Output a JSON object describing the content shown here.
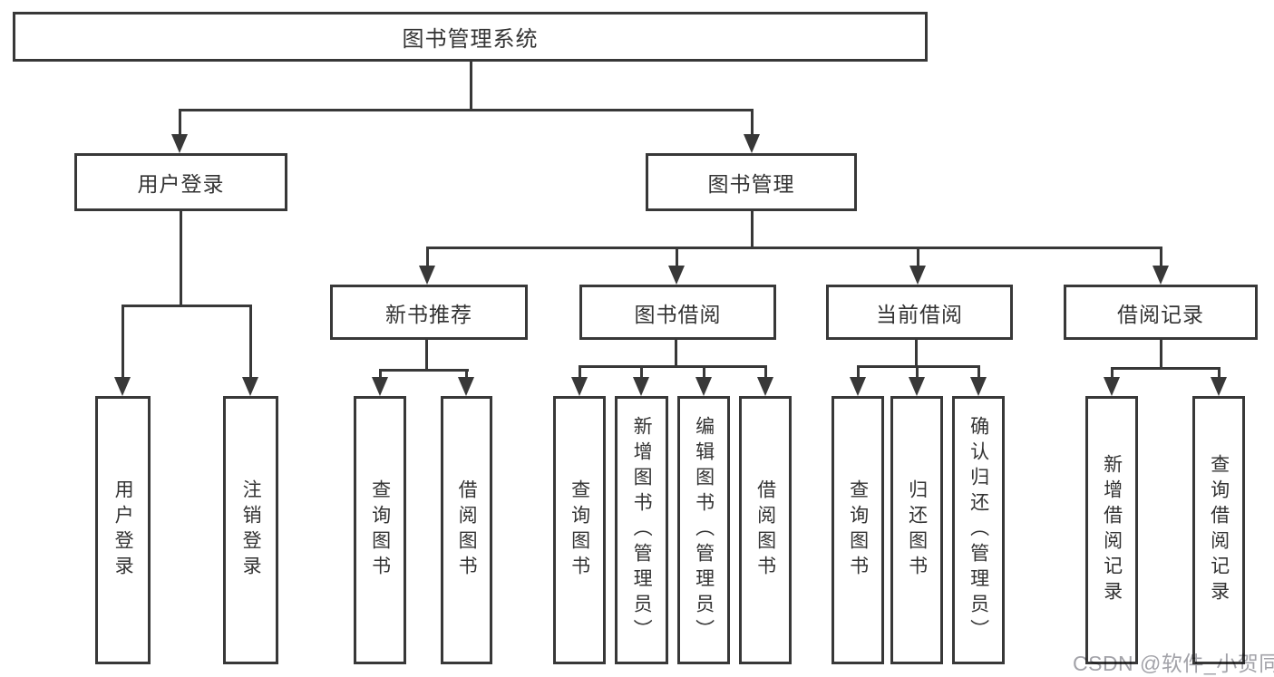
{
  "tree": {
    "label": "图书管理系统",
    "children": [
      {
        "label": "用户登录",
        "children": [
          {
            "label": "用户登录"
          },
          {
            "label": "注销登录"
          }
        ]
      },
      {
        "label": "图书管理",
        "children": [
          {
            "label": "新书推荐",
            "children": [
              {
                "label": "查询图书"
              },
              {
                "label": "借阅图书"
              }
            ]
          },
          {
            "label": "图书借阅",
            "children": [
              {
                "label": "查询图书"
              },
              {
                "label": "新增图书（管理员）"
              },
              {
                "label": "编辑图书（管理员）"
              },
              {
                "label": "借阅图书"
              }
            ]
          },
          {
            "label": "当前借阅",
            "children": [
              {
                "label": "查询图书"
              },
              {
                "label": "归还图书"
              },
              {
                "label": "确认归还（管理员）"
              }
            ]
          },
          {
            "label": "借阅记录",
            "children": [
              {
                "label": "新增借阅记录"
              },
              {
                "label": "查询借阅记录"
              }
            ]
          }
        ]
      }
    ]
  },
  "watermark": {
    "text": "CSDN @软件_小贺同学"
  },
  "colors": {
    "line": "#383838",
    "text": "#333333",
    "background": "#ffffff",
    "node_fill": "#ffffff",
    "watermark": "#a2a2a8"
  }
}
